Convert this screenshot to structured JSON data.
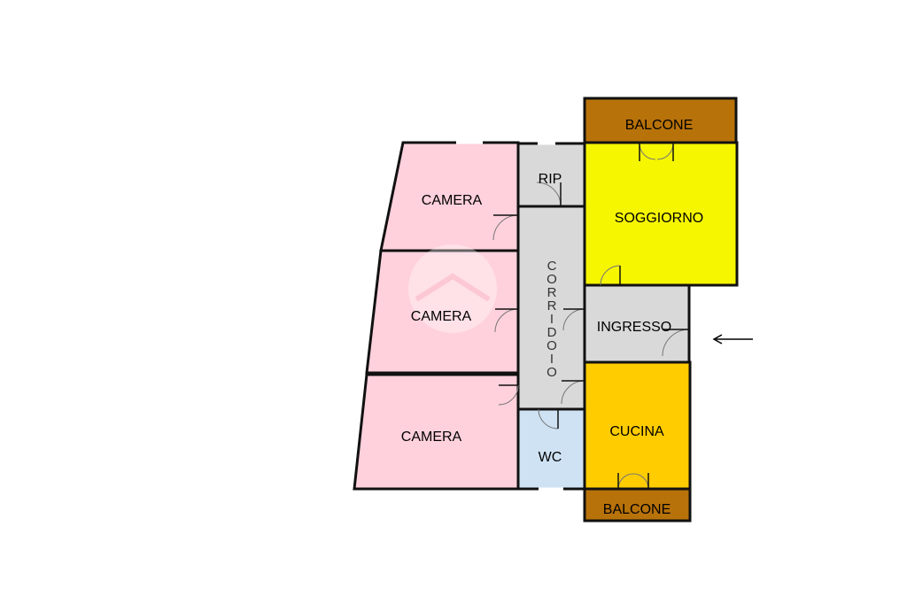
{
  "colors": {
    "camera": "#ffd1dc",
    "corridor": "#d9d9d9",
    "soggiorno": "#f6f600",
    "cucina": "#ffcc00",
    "balcone": "#b8720a",
    "wc": "#cfe2f3",
    "rip": "#d9d9d9",
    "ingresso": "#d9d9d9"
  },
  "rooms": {
    "balcone_top": "BALCONE",
    "soggiorno": "SOGGIORNO",
    "rip": "RIP",
    "camera_1": "CAMERA",
    "camera_2": "CAMERA",
    "camera_3": "CAMERA",
    "corridoio": [
      "C",
      "O",
      "R",
      "R",
      "I",
      "D",
      "O",
      "I",
      "O"
    ],
    "ingresso": "INGRESSO",
    "cucina": "CUCINA",
    "wc": "WC",
    "balcone_bottom": "BALCONE"
  },
  "icons": {
    "entrance": "entrance-arrow-icon",
    "watermark": "house-watermark-icon"
  }
}
